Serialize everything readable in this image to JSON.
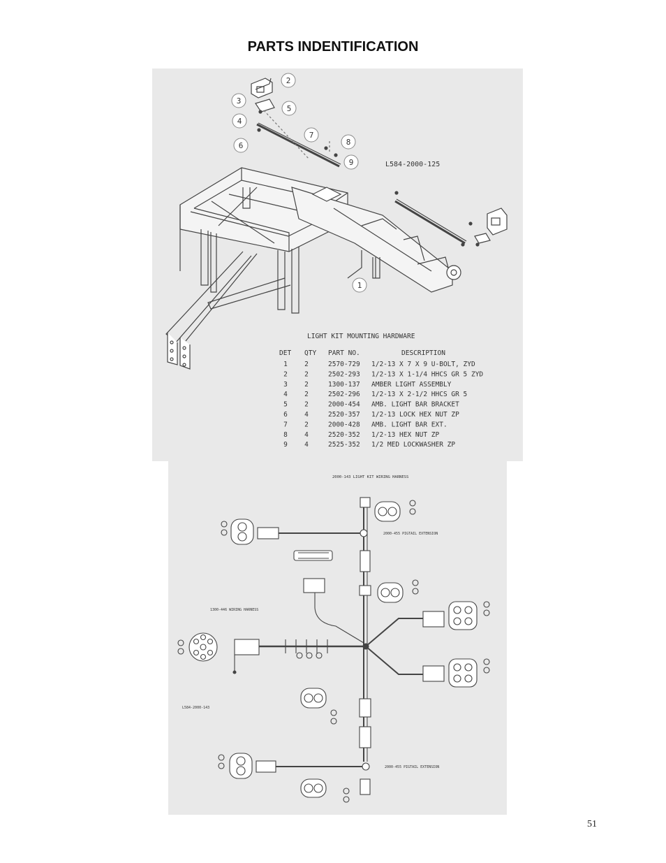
{
  "page": {
    "title": "PARTS INDENTIFICATION",
    "page_number": "51"
  },
  "mounting_drawing": {
    "drawing_number": "L584-2000-125",
    "callouts": [
      "1",
      "2",
      "3",
      "4",
      "5",
      "6",
      "7",
      "8",
      "9"
    ],
    "table": {
      "title": "LIGHT KIT MOUNTING HARDWARE",
      "headers": [
        "DET",
        "QTY",
        "PART NO.",
        "DESCRIPTION"
      ],
      "rows": [
        [
          "1",
          "2",
          "2570-729",
          "1/2-13 X 7 X 9 U-BOLT, ZYD"
        ],
        [
          "2",
          "2",
          "2502-293",
          "1/2-13 X 1-1/4 HHCS GR 5 ZYD"
        ],
        [
          "3",
          "2",
          "1300-137",
          "AMBER LIGHT ASSEMBLY"
        ],
        [
          "4",
          "2",
          "2502-296",
          "1/2-13 X 2-1/2 HHCS GR 5"
        ],
        [
          "5",
          "2",
          "2000-454",
          "AMB. LIGHT BAR BRACKET"
        ],
        [
          "6",
          "4",
          "2520-357",
          "1/2-13 LOCK HEX NUT ZP"
        ],
        [
          "7",
          "2",
          "2000-428",
          "AMB. LIGHT BAR EXT."
        ],
        [
          "8",
          "4",
          "2520-352",
          "1/2-13 HEX NUT ZP"
        ],
        [
          "9",
          "4",
          "2525-352",
          "1/2 MED LOCKWASHER ZP"
        ]
      ]
    }
  },
  "harness_drawing": {
    "title": "2000-143 LIGHT KIT WIRING HARNESS",
    "pigtail_label_top": "2000-455 PIGTAIL EXTENSION",
    "pigtail_label_bottom": "2000-455 PIGTAIL EXTENSION",
    "wiring_harness_label": "1300-446 WIRING HARNESS",
    "drawing_number": "L584-2000-143"
  }
}
